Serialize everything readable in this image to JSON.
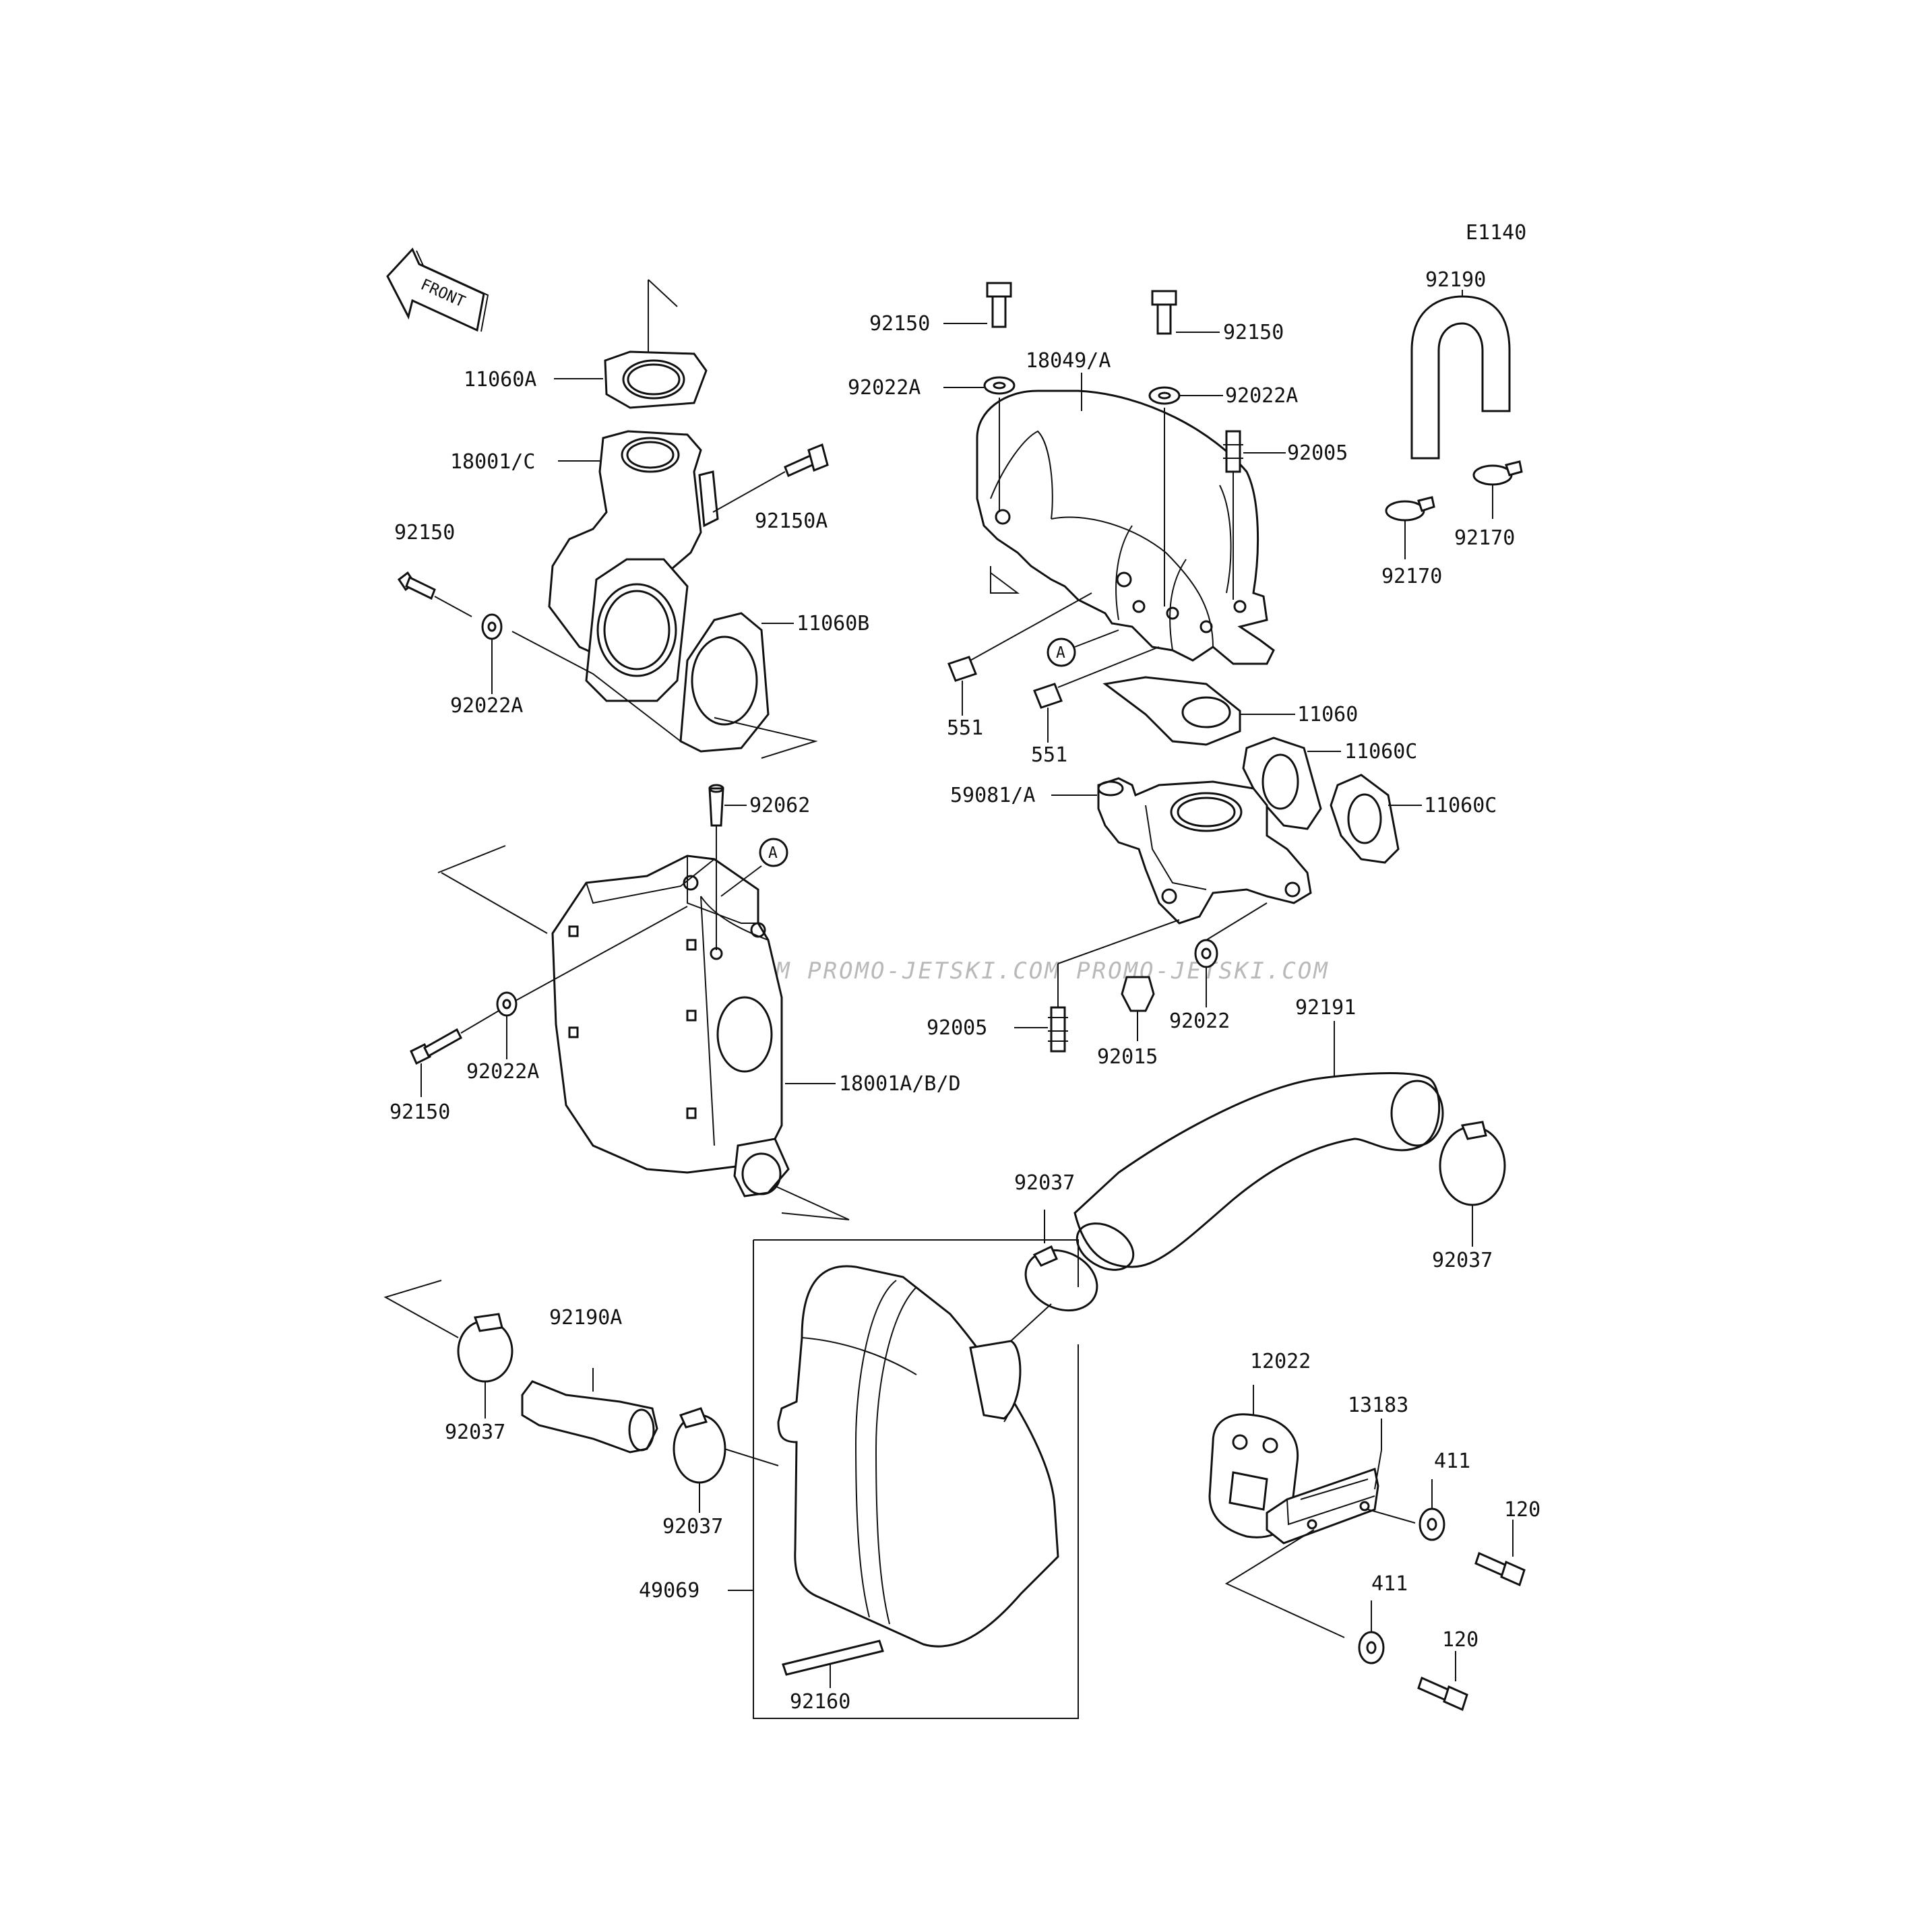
{
  "diagram_code": "E1140",
  "front_label": "FRONT",
  "watermark": "JETSKI.COM  PROMO-JETSKI.COM  PROMO-JETSKI.COM",
  "ref_marker": "A",
  "labels": {
    "p11060A": "11060A",
    "p18001C": "18001/C",
    "p92150A": "92150A",
    "p92150_l1": "92150",
    "p11060B": "11060B",
    "p92022A_l1": "92022A",
    "p92150_t1": "92150",
    "p92022A_t1": "92022A",
    "p18049A": "18049/A",
    "p92150_t2": "92150",
    "p92022A_t2": "92022A",
    "p92005_t": "92005",
    "p551_1": "551",
    "p551_2": "551",
    "p11060": "11060",
    "p11060C_1": "11060C",
    "p11060C_2": "11060C",
    "p59081A": "59081/A",
    "p92190": "92190",
    "p92170_1": "92170",
    "p92170_2": "92170",
    "p92062": "92062",
    "p92022A_l2": "92022A",
    "p92150_l2": "92150",
    "p18001ABD": "18001A/B/D",
    "p92005_m": "92005",
    "p92015": "92015",
    "p92022": "92022",
    "p92191": "92191",
    "p92037_m": "92037",
    "p92037_r": "92037",
    "p92190A": "92190A",
    "p92037_l1": "92037",
    "p92037_l2": "92037",
    "p49069": "49069",
    "p92160": "92160",
    "p12022": "12022",
    "p13183": "13183",
    "p411_1": "411",
    "p411_2": "411",
    "p120_1": "120",
    "p120_2": "120"
  }
}
